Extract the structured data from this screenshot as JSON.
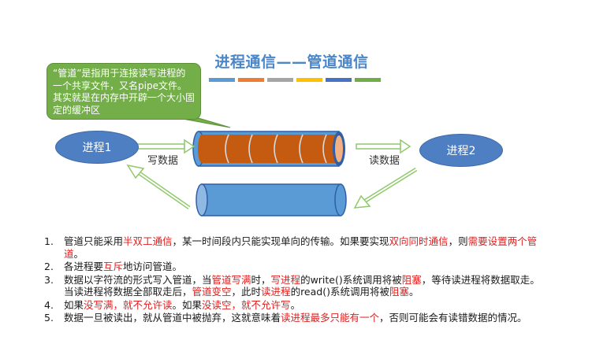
{
  "title": "进程通信——管道通信",
  "title_bar_colors": [
    "#5b9bd5",
    "#ed7d31",
    "#a5a5a5",
    "#ffc000",
    "#4472c4",
    "#70ad47"
  ],
  "callout": {
    "text": "“管道”是指用于连接读写进程的一个共享文件，又名pipe文件。其实就是在内存中开辟一个大小固定的缓冲区"
  },
  "process1": "进程1",
  "process2": "进程2",
  "write_label": "写数据",
  "read_label": "读数据",
  "colors": {
    "pipe_fill": "#c55a11",
    "pipe_border": "#2f5fa7",
    "pipe_empty": "#5b9bd5",
    "arrow": "#8fc96a",
    "process": "#4f7fc3",
    "highlight": "#e02020"
  },
  "items": [
    {
      "num": "1.",
      "parts": [
        {
          "t": "管道只能采用"
        },
        {
          "t": "半双工通信",
          "red": true
        },
        {
          "t": "，某一时间段内只能实现单向的传输。如果要实现"
        },
        {
          "t": "双向同时通信",
          "red": true
        },
        {
          "t": "，则"
        },
        {
          "t": "需要设置两个管道",
          "red": true
        },
        {
          "t": "。"
        }
      ]
    },
    {
      "num": "2.",
      "parts": [
        {
          "t": "各进程要"
        },
        {
          "t": "互斥",
          "red": true
        },
        {
          "t": "地访问管道。"
        }
      ]
    },
    {
      "num": "3.",
      "parts": [
        {
          "t": "数据以字符流的形式写入管道，当"
        },
        {
          "t": "管道写满",
          "red": true
        },
        {
          "t": "时，"
        },
        {
          "t": "写进程",
          "red": true
        },
        {
          "t": "的write()系统调用将被"
        },
        {
          "t": "阻塞",
          "red": true
        },
        {
          "t": "，等待读进程将数据取走。当读进程将数据全部取走后，"
        },
        {
          "t": "管道变空",
          "red": true
        },
        {
          "t": "，此时"
        },
        {
          "t": "读进程",
          "red": true
        },
        {
          "t": "的read()系统调用将被"
        },
        {
          "t": "阻塞",
          "red": true
        },
        {
          "t": "。"
        }
      ]
    },
    {
      "num": "4.",
      "parts": [
        {
          "t": "如果"
        },
        {
          "t": "没写满，就不允许读",
          "red": true
        },
        {
          "t": "。如果"
        },
        {
          "t": "没读空，就不允许写",
          "red": true
        },
        {
          "t": "。"
        }
      ]
    },
    {
      "num": "5.",
      "parts": [
        {
          "t": "数据一旦被读出，就从管道中被抛弃，这就意味着"
        },
        {
          "t": "读进程最多只能有一个",
          "red": true
        },
        {
          "t": "，否则可能会有读错数据的情况。"
        }
      ]
    }
  ]
}
